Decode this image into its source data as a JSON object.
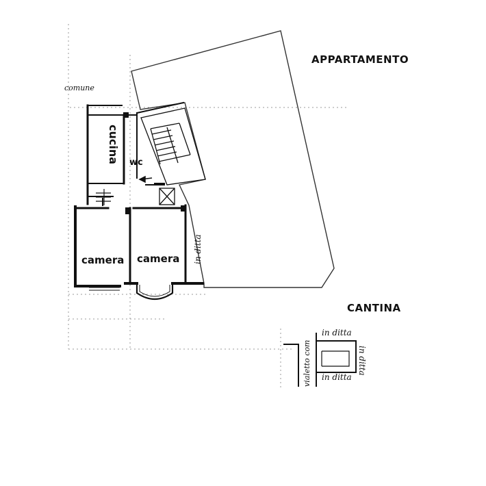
{
  "labels": {
    "appartamento": "APPARTAMENTO",
    "cantina": "CANTINA",
    "cucina": "cucina",
    "wc": "wc",
    "camera_left": "camera",
    "camera_right": "camera",
    "comune": "comune",
    "in_ditta_main": "in ditta",
    "cantina_in_ditta_top": "in ditta",
    "cantina_in_ditta_right": "in ditta",
    "cantina_in_ditta_bottom": "in ditta",
    "cantina_vialetto": "vialetto com"
  },
  "colors": {
    "ink": "#111111",
    "line": "#777777",
    "background": "#ffffff"
  }
}
